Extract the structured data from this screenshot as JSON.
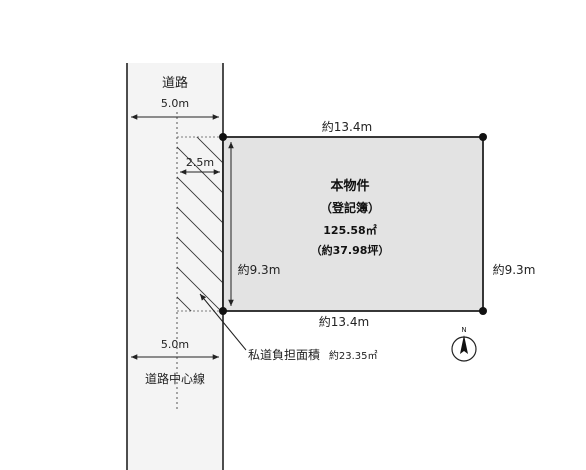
{
  "road": {
    "title": "道路",
    "width_top": "5.0m",
    "setback": "2.5m",
    "width_bottom": "5.0m",
    "centerline_label": "道路中心線",
    "private_road_area_label": "私道負担面積",
    "private_road_area_value": "約23.35㎡"
  },
  "lot": {
    "name": "本物件",
    "registry_label": "（登記簿）",
    "area_sqm": "125.58㎡",
    "area_tsubo": "（約37.98坪）",
    "top_length": "約13.4m",
    "bottom_length": "約13.4m",
    "left_length": "約9.3m",
    "right_length": "約9.3m"
  },
  "compass": {
    "north_label": "N"
  },
  "colors": {
    "road_fill": "#f4f4f4",
    "lot_fill": "#e3e3e3",
    "line": "#222222"
  }
}
